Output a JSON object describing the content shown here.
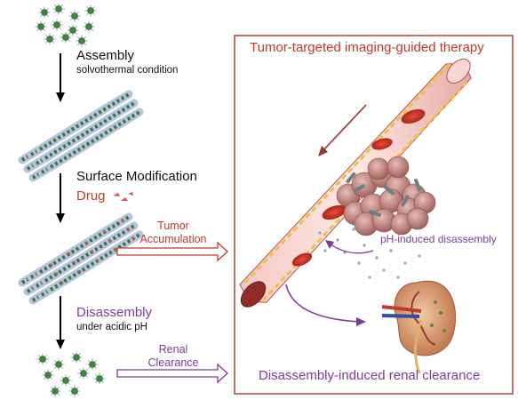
{
  "steps": {
    "assembly": {
      "title": "Assembly",
      "sub": "solvothermal condition"
    },
    "surface": {
      "title": "Surface Modification",
      "drug": "Drug"
    },
    "disassembly": {
      "title": "Disassembly",
      "sub": "under acidic pH"
    }
  },
  "arrows": {
    "tumor": {
      "line1": "Tumor",
      "line2": "Accumulation"
    },
    "renal": {
      "line1": "Renal",
      "line2": "Clearance"
    }
  },
  "panel": {
    "title": "Tumor-targeted imaging-guided therapy",
    "ph_label": "pH-induced disassembly",
    "bottom": "Disassembly-induced renal clearance"
  },
  "colors": {
    "tumor_red": "#c0392b",
    "purple": "#7d3c98",
    "panel_border": "#a94442"
  }
}
